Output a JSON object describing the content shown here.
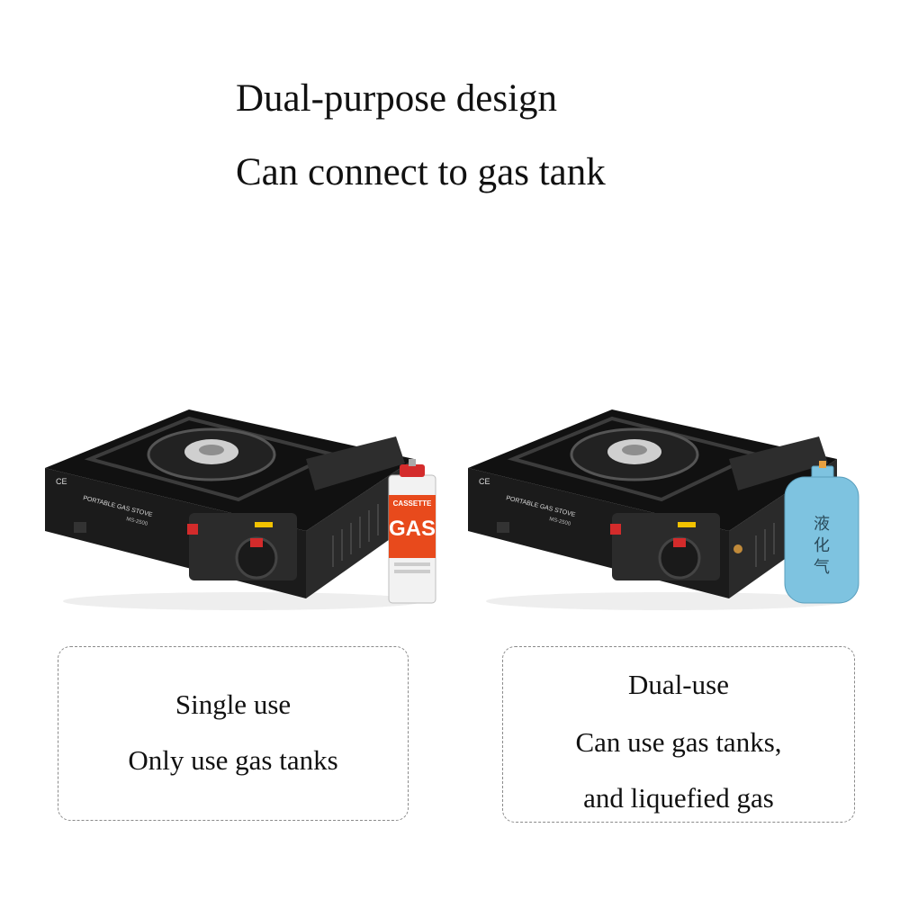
{
  "headline": {
    "line1": "Dual-purpose design",
    "line2": "Can connect to gas tank"
  },
  "stove": {
    "brand_label": "PORTABLE GAS STOVE",
    "mark": "CE",
    "model": "MS-2500"
  },
  "canister": {
    "label_top": "CASSETTE",
    "label_main": "GAS",
    "colors": {
      "body": "#f2f2f2",
      "band": "#e84a1c",
      "cap": "#d42c2c"
    }
  },
  "lpg_tank": {
    "label_chars": [
      "液",
      "化",
      "气"
    ],
    "color": "#7ec3e0"
  },
  "left_box": {
    "line1": "Single use",
    "line2": "Only use gas tanks"
  },
  "right_box": {
    "line1": "Dual-use",
    "line2": "Can use gas tanks,",
    "line3": "and  liquefied gas"
  }
}
